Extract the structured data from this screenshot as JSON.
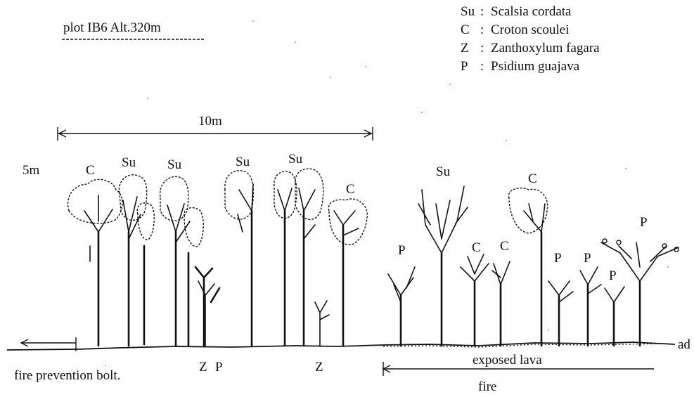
{
  "plot_label": "plot IB6  Alt.320m",
  "legend": [
    {
      "code": "Su",
      "sep": ":",
      "name": "Scalsia cordata"
    },
    {
      "code": "C",
      "sep": ":",
      "name": "Croton scoulei"
    },
    {
      "code": "Z",
      "sep": ":",
      "name": "Zanthoxylum fagara"
    },
    {
      "code": "P",
      "sep": ":",
      "name": "Psidium guajava"
    }
  ],
  "scale": {
    "horizontal": "10m",
    "vertical": "5m"
  },
  "tree_labels": [
    "C",
    "Su",
    "Su",
    "Su",
    "Su",
    "C",
    "Su",
    "C",
    "P",
    "C",
    "C",
    "P",
    "P",
    "P",
    "P"
  ],
  "understory_labels": [
    "Z",
    "P",
    "Z"
  ],
  "bottom": {
    "left_label": "fire prevention bolt.",
    "right_label": "exposed lava",
    "fire_label": "fire",
    "edge_label": "ad"
  }
}
